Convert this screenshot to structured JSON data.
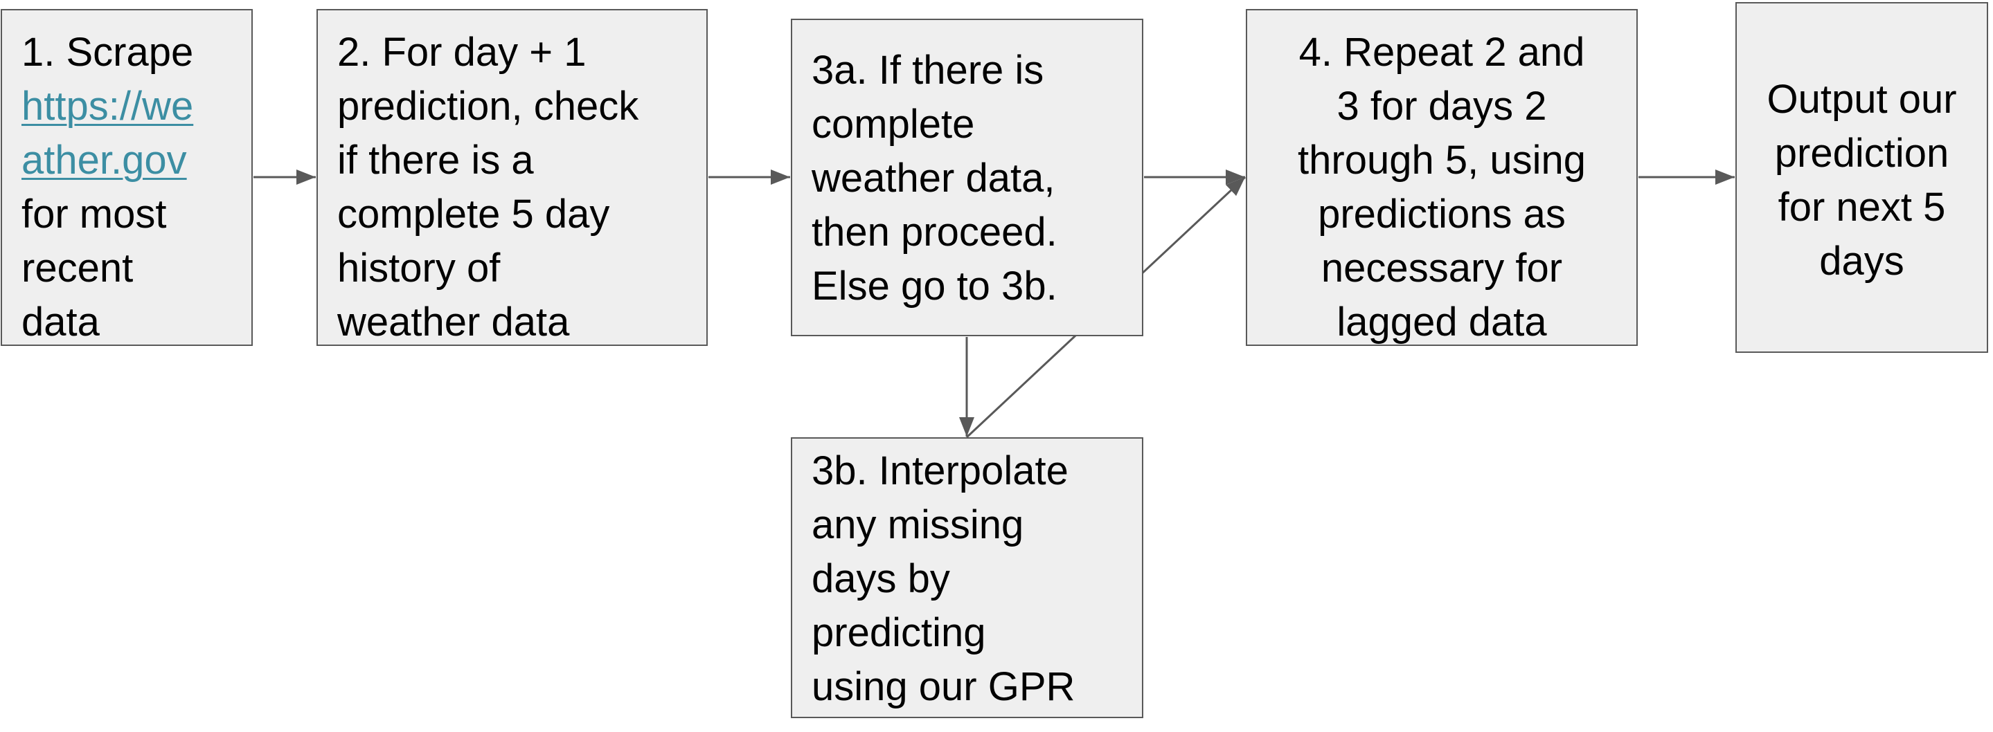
{
  "diagram": {
    "colors": {
      "node_fill": "#efefef",
      "node_border": "#595959",
      "arrow": "#595959",
      "link": "#3c8ea3"
    },
    "nodes": {
      "n1": {
        "l1": "1. Scrape",
        "link1": "https://we",
        "link2": "ather.gov",
        "l4": "for most",
        "l5": "recent",
        "l6": "data"
      },
      "n2": {
        "l1": "2. For day + 1",
        "l2": "prediction, check",
        "l3": "if there is a",
        "l4": "complete 5 day",
        "l5": "history of",
        "l6": "weather data"
      },
      "n3a": {
        "l1": "3a. If there is",
        "l2": "complete",
        "l3": "weather data,",
        "l4": "then proceed.",
        "l5": "Else go to 3b."
      },
      "n3b": {
        "l1": "3b. Interpolate",
        "l2": "any missing",
        "l3": "days by",
        "l4": "predicting",
        "l5": "using our GPR"
      },
      "n4": {
        "l1": "4. Repeat 2 and",
        "l2": "3 for days 2",
        "l3": "through 5, using",
        "l4": "predictions as",
        "l5": "necessary for",
        "l6": "lagged data"
      },
      "n5": {
        "l1": "Output our",
        "l2": "prediction",
        "l3": "for next 5",
        "l4": "days"
      }
    },
    "edges": [
      {
        "from": "1",
        "to": "2"
      },
      {
        "from": "2",
        "to": "3a"
      },
      {
        "from": "3a",
        "to": "4"
      },
      {
        "from": "3a",
        "to": "3b"
      },
      {
        "from": "3b",
        "to": "4"
      },
      {
        "from": "4",
        "to": "output"
      }
    ]
  }
}
